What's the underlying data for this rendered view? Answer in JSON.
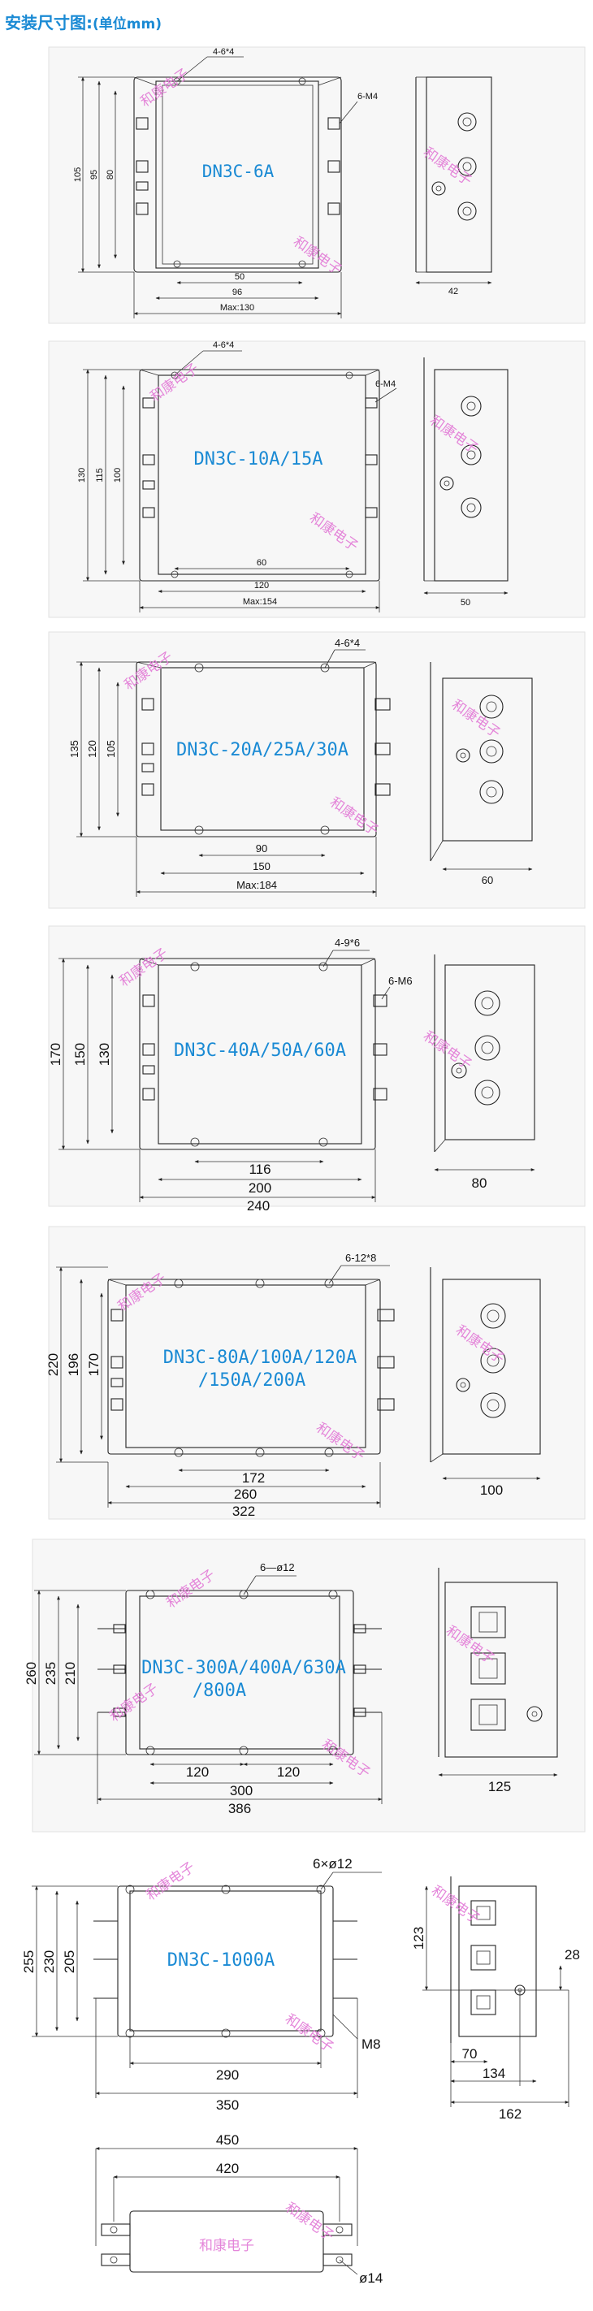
{
  "page": {
    "title": "安装尺寸图:",
    "unit": "(单位mm)",
    "watermark": "和康电子"
  },
  "diagrams": [
    {
      "model": "DN3C-6A",
      "holes": "4-6*4",
      "terminal": "6-M4",
      "heights": [
        "105",
        "95",
        "80"
      ],
      "widths": [
        "50",
        "96",
        "Max:130"
      ],
      "side_width": "42"
    },
    {
      "model": "DN3C-10A/15A",
      "holes": "4-6*4",
      "terminal": "6-M4",
      "heights": [
        "130",
        "115",
        "100"
      ],
      "widths": [
        "60",
        "120",
        "Max:154"
      ],
      "side_width": "50"
    },
    {
      "model": "DN3C-20A/25A/30A",
      "holes": "4-6*4",
      "heights": [
        "135",
        "120",
        "105"
      ],
      "widths": [
        "90",
        "150",
        "Max:184"
      ],
      "side_width": "60"
    },
    {
      "model": "DN3C-40A/50A/60A",
      "holes": "4-9*6",
      "terminal": "6-M6",
      "heights": [
        "170",
        "150",
        "130"
      ],
      "widths": [
        "116",
        "200",
        "240"
      ],
      "side_width": "80"
    },
    {
      "model_line1": "DN3C-80A/100A/120A",
      "model_line2": "/150A/200A",
      "holes": "6-12*8",
      "heights": [
        "220",
        "196",
        "170"
      ],
      "widths": [
        "172",
        "260",
        "322"
      ],
      "side_width": "100"
    },
    {
      "model_line1": "DN3C-300A/400A/630A",
      "model_line2": "/800A",
      "holes": "6—ø12",
      "heights": [
        "260",
        "235",
        "210"
      ],
      "widths": [
        "120",
        "120",
        "300",
        "386"
      ],
      "side_width": "125"
    },
    {
      "model": "DN3C-1000A",
      "holes": "6×ø12",
      "terminal": "M8",
      "heights": [
        "255",
        "230",
        "205"
      ],
      "widths": [
        "290",
        "350"
      ],
      "side_dims": [
        "123",
        "28",
        "70",
        "134",
        "162"
      ],
      "bottom_widths": [
        "450",
        "420"
      ],
      "bottom_hole": "ø14"
    }
  ]
}
